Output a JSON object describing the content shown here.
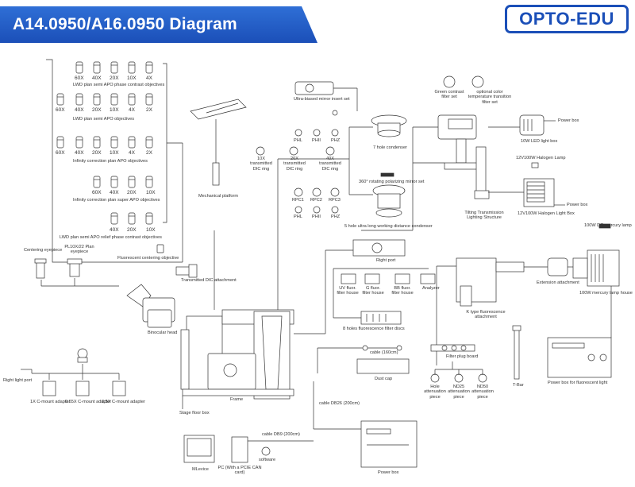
{
  "header": {
    "title": "A14.0950/A16.0950 Diagram",
    "logo": "OPTO-EDU"
  },
  "objectives": {
    "row1_mags": [
      "60X",
      "40X",
      "20X",
      "10X",
      "4X"
    ],
    "row1_label": "LWD plan semi APO phase contrast objectives",
    "row2_mags": [
      "60X",
      "40X",
      "20X",
      "10X",
      "4X",
      "2X"
    ],
    "row2_label": "LWD plan semi APO objectives",
    "row3_mags": [
      "60X",
      "40X",
      "20X",
      "10X",
      "4X",
      "2X"
    ],
    "row3_label": "Infinity correction plan APO objectives",
    "row4_mags": [
      "60X",
      "40X",
      "20X",
      "10X"
    ],
    "row4_label": "Infinity correction plan super APO objectives",
    "row5_mags": [
      "40X",
      "20X",
      "10X"
    ],
    "row5_label": "LWD plan semi APO relief phase contrast objectives",
    "fluor_label": "Fluorescent centering objective"
  },
  "labels": {
    "centering_eyepiece": "Centering eyepiece",
    "plan_eyepiece": "PL10X/22 Plan eyepiece",
    "binocular_head": "Binocular head",
    "transmitted_dic": "Transmitted DIC attachment",
    "mechanical_platform": "Mechanical platform",
    "ultra_mirror": "Ultra-biased mirror insert set",
    "dic10": "10X transmitted DIC ring",
    "dic20": "20X transmitted DIC ring",
    "dic40": "40X transmitted DIC ring",
    "ph_labels": [
      "PHL",
      "PHII",
      "PHZ"
    ],
    "ph_labels_bottom": [
      "PHL",
      "PHII",
      "PHZ"
    ],
    "hole7": "7 hole condenser",
    "polar360": "360° rotating polarizing mirror set",
    "rpc": [
      "RPC1",
      "RPC2",
      "RPC3"
    ],
    "hole5": "5 hole ultra long working distance condenser",
    "green_filter": "Green contrast filter set",
    "color_temp_filter": "optional color temperature transition filter set",
    "tilt_trans": "Tilting Transmission Lighting Structure",
    "power_box": "Power box",
    "led_box": "10W LED light box",
    "halogen_lamp": "12V100W Halogen Lamp",
    "halogen_box": "12V100W Halogen Light Box",
    "power_box2": "Power box",
    "dc_mercury": "100W DC mercury lamp",
    "ext_attach": "Extension attachment",
    "mercury_house": "100W mercury lamp house",
    "power_fluor": "Power box for fluorescent light",
    "right_port_box": "Right  port",
    "uv_block": "UV fluor. filter house",
    "g_block": "G fluor. filter house",
    "bb_block": "BB fluor. filter house",
    "analyzer": "Analyzer",
    "fluor_disc": "8 holes fluorescence filter discs",
    "cable1": "cable (160cm)",
    "dust_cap": "Dust cap",
    "ktype": "K type fluorescence attachment",
    "filter_plug": "Filter plug board",
    "atten": [
      "Hole attenuation piece",
      "ND25 attenuation piece",
      "ND50 attenuation piece"
    ],
    "t_bar": "T-Bar",
    "right_light_port": "Right light port",
    "c1x": "1X C-mount adapter",
    "c065": "0.65X C-mount adapter",
    "c05": "0.5X C-mount adapter",
    "frame": "Frame",
    "stage_box": "Stage floor box",
    "cable_db26": "cable DB26 (200cm)",
    "cable_db9": "cable DB9 (200cm)",
    "software": "software",
    "mlevice": "MLevice",
    "pc": "PC (With a PCIE CAN card)",
    "power_box_bottom": "Power box"
  }
}
